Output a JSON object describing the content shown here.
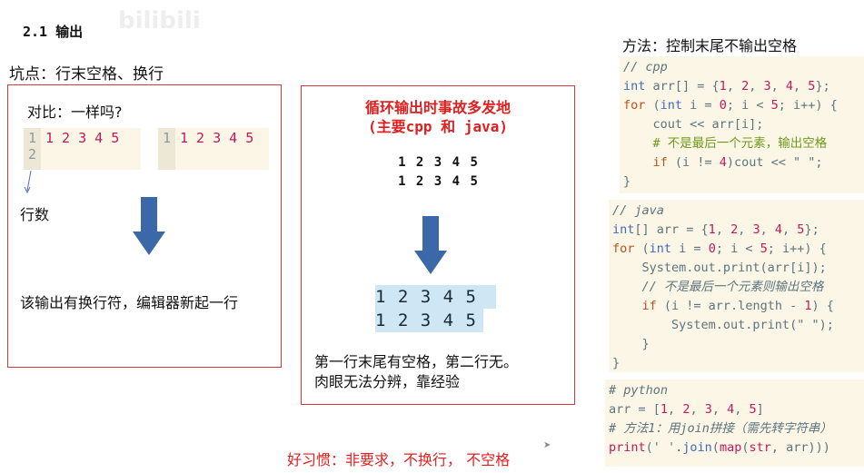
{
  "watermark": "bilibili",
  "section_title": "2.1 输出",
  "pitfall": "坑点：行末空格、换行",
  "left_box": {
    "question": "对比：一样吗?",
    "editor1": {
      "line_numbers": [
        "1",
        "2"
      ],
      "content": "1 2 3 4 5"
    },
    "editor2": {
      "line_numbers": [
        "1"
      ],
      "content": "1 2 3 4 5"
    },
    "line_count_label": "行数",
    "explanation": "该输出有换行符，编辑器新起一行"
  },
  "middle_box": {
    "title_line1": "循环输出时事故多发地",
    "title_line2": "(主要cpp 和 java)",
    "output_lines": [
      "1 2 3 4 5",
      "1 2 3 4 5"
    ],
    "selected_lines": [
      "1 2 3 4 5 ",
      "1 2 3 4 5"
    ],
    "note_line1": "第一行末尾有空格，第二行无。",
    "note_line2": "肉眼无法分辨，靠经验"
  },
  "good_habit": "好习惯：非要求，不换行， 不空格",
  "right": {
    "method_title": "方法：控制末尾不输出空格",
    "cpp": [
      [
        [
          "// cpp",
          "c"
        ]
      ],
      [
        [
          "int",
          "t"
        ],
        [
          " arr[] = {",
          "p"
        ],
        [
          "1",
          "n"
        ],
        [
          ", ",
          "p"
        ],
        [
          "2",
          "n"
        ],
        [
          ", ",
          "p"
        ],
        [
          "3",
          "n"
        ],
        [
          ", ",
          "p"
        ],
        [
          "4",
          "n"
        ],
        [
          ", ",
          "p"
        ],
        [
          "5",
          "n"
        ],
        [
          "};",
          "p"
        ]
      ],
      [
        [
          "for",
          "k"
        ],
        [
          " (",
          "p"
        ],
        [
          "int",
          "t"
        ],
        [
          " i = ",
          "p"
        ],
        [
          "0",
          "n"
        ],
        [
          "; i < ",
          "p"
        ],
        [
          "5",
          "n"
        ],
        [
          "; i++) {",
          "p"
        ]
      ],
      [
        [
          "    cout << arr[i];",
          "p"
        ]
      ],
      [
        [
          "    # 不是最后一个元素，输出空格",
          "cg"
        ]
      ],
      [
        [
          "    ",
          "p"
        ],
        [
          "if",
          "k"
        ],
        [
          " (i != ",
          "p"
        ],
        [
          "4",
          "n"
        ],
        [
          ")cout << \" \";",
          "p"
        ]
      ],
      [
        [
          "}",
          "p"
        ]
      ]
    ],
    "java": [
      [
        [
          "// java",
          "c"
        ]
      ],
      [
        [
          "int",
          "t"
        ],
        [
          "[] arr = {",
          "p"
        ],
        [
          "1",
          "n"
        ],
        [
          ", ",
          "p"
        ],
        [
          "2",
          "n"
        ],
        [
          ", ",
          "p"
        ],
        [
          "3",
          "n"
        ],
        [
          ", ",
          "p"
        ],
        [
          "4",
          "n"
        ],
        [
          ", ",
          "p"
        ],
        [
          "5",
          "n"
        ],
        [
          "};",
          "p"
        ]
      ],
      [
        [
          "for",
          "k"
        ],
        [
          " (",
          "p"
        ],
        [
          "int",
          "t"
        ],
        [
          " i = ",
          "p"
        ],
        [
          "0",
          "n"
        ],
        [
          "; i < ",
          "p"
        ],
        [
          "5",
          "n"
        ],
        [
          "; i++) {",
          "p"
        ]
      ],
      [
        [
          "    System.out.print(arr[i]);",
          "p"
        ]
      ],
      [
        [
          "    // 不是最后一个元素则输出空格",
          "c"
        ]
      ],
      [
        [
          "    ",
          "p"
        ],
        [
          "if",
          "k"
        ],
        [
          " (i != arr.length - ",
          "p"
        ],
        [
          "1",
          "n"
        ],
        [
          ") {",
          "p"
        ]
      ],
      [
        [
          "        System.out.print(\" \");",
          "p"
        ]
      ],
      [
        [
          "    }",
          "p"
        ]
      ],
      [
        [
          "}",
          "p"
        ]
      ]
    ],
    "python": [
      [
        [
          "# python",
          "c"
        ]
      ],
      [
        [
          "arr = [",
          "p"
        ],
        [
          "1",
          "n"
        ],
        [
          ", ",
          "p"
        ],
        [
          "2",
          "n"
        ],
        [
          ", ",
          "p"
        ],
        [
          "3",
          "n"
        ],
        [
          ", ",
          "p"
        ],
        [
          "4",
          "n"
        ],
        [
          ", ",
          "p"
        ],
        [
          "5",
          "n"
        ],
        [
          "]",
          "p"
        ]
      ],
      [
        [
          "# 方法1：用join拼接（需先转字符串）",
          "c"
        ]
      ],
      [
        [
          "print",
          "f"
        ],
        [
          "(' '.",
          "p"
        ],
        [
          "join",
          "t"
        ],
        [
          "(",
          "p"
        ],
        [
          "map",
          "f"
        ],
        [
          "(",
          "p"
        ],
        [
          "str",
          "f"
        ],
        [
          ", arr)))",
          "p"
        ]
      ]
    ]
  },
  "colors": {
    "box_border": "#d9363e",
    "arrow": "#3b68a8",
    "highlight": "#cfe6f5",
    "code_bg": "#fbf6e6",
    "accent_red": "#e02020"
  }
}
